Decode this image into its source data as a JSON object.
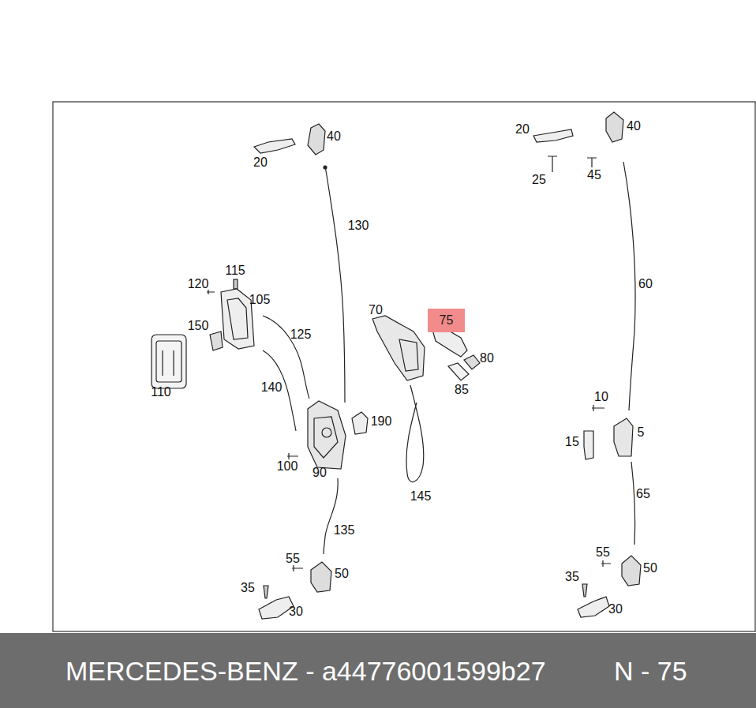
{
  "diagram": {
    "nodes": [
      {
        "text": [
          "75"
        ]
      },
      {
        "text": [
          "MERCEDES-BENZ - a44776001599b27",
          "N - 75"
        ]
      }
    ],
    "labels": [
      "40",
      "20",
      "130",
      "115",
      "120",
      "105",
      "150",
      "125",
      "110",
      "140",
      "70",
      "80",
      "85",
      "190",
      "145",
      "100",
      "90",
      "135",
      "55",
      "50",
      "35",
      "30",
      "20",
      "40",
      "25",
      "45",
      "60",
      "10",
      "15",
      "5",
      "65",
      "55",
      "50",
      "35",
      "30"
    ]
  }
}
